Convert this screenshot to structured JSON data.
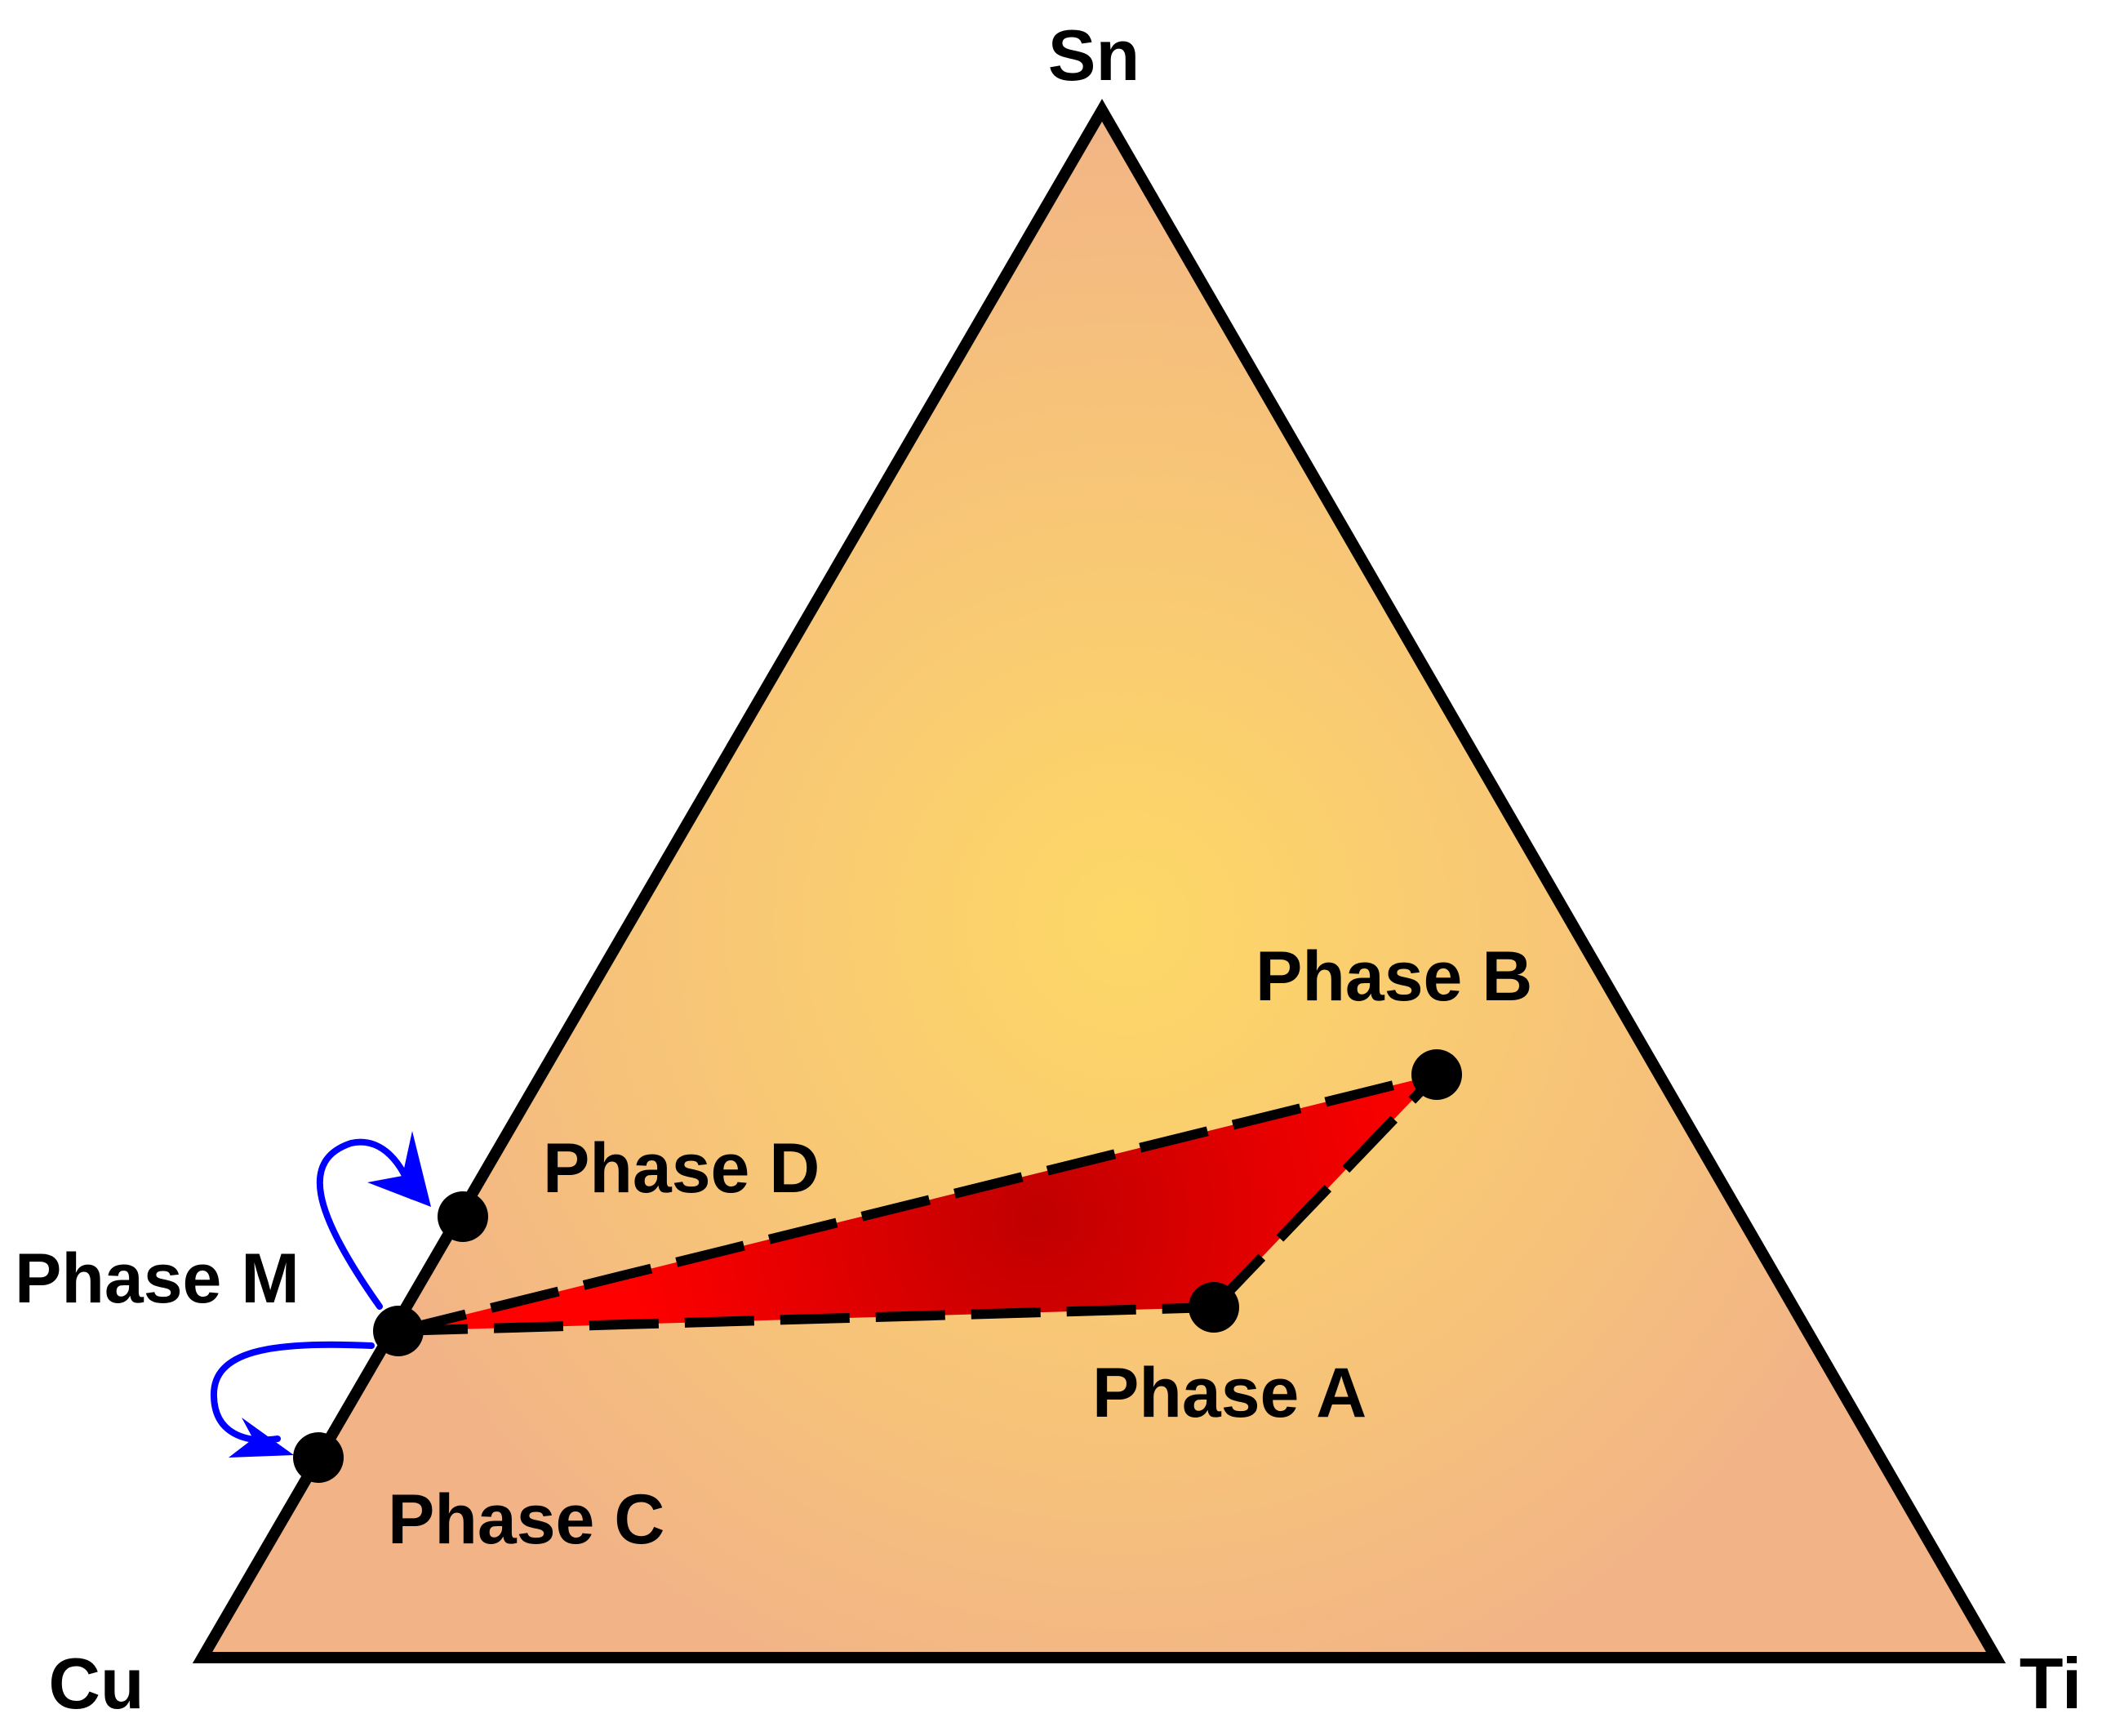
{
  "colors": {
    "triangle_outer": "#f2b487",
    "triangle_center": "#fdd866",
    "region_fill": "#ff0000",
    "region_center": "#c00000",
    "arrow": "#0000ff",
    "stroke": "#000000"
  },
  "vertices": {
    "top": "Sn",
    "left": "Cu",
    "right": "Ti"
  },
  "phases": {
    "a": "Phase A",
    "b": "Phase B",
    "c": "Phase C",
    "d": "Phase D",
    "m": "Phase M"
  }
}
